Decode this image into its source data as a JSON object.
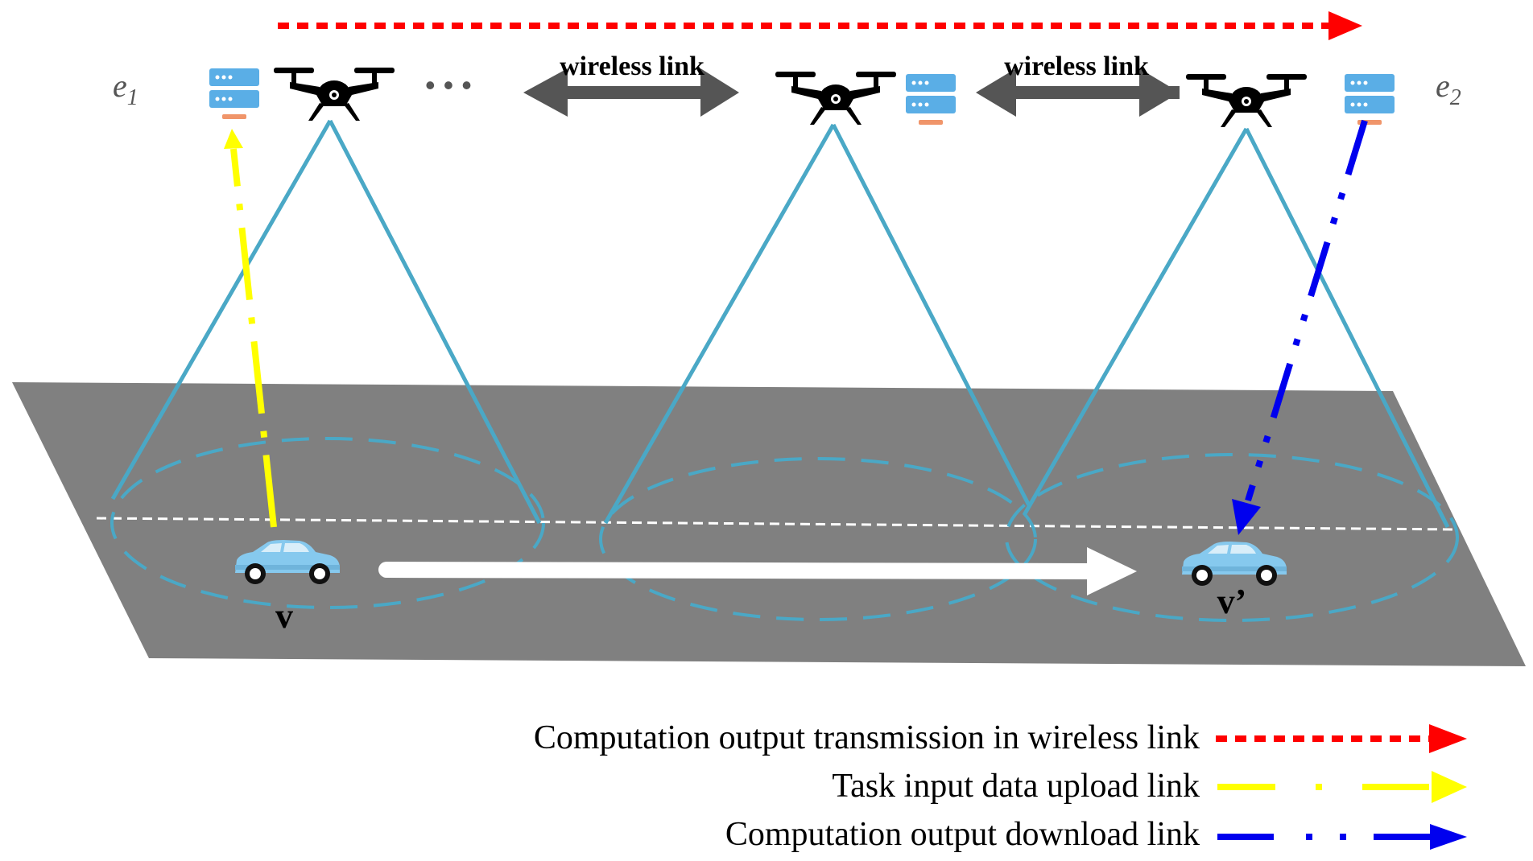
{
  "nodes": {
    "e1": "e",
    "e1_sub": "1",
    "e2": "e",
    "e2_sub": "2",
    "ellipsis": "• • •"
  },
  "links": {
    "wireless_1": "wireless link",
    "wireless_2": "wireless link"
  },
  "vehicles": {
    "start": "v",
    "end": "v’"
  },
  "legend": {
    "items": [
      {
        "label": "Computation output transmission in wireless link",
        "style": "red-dotted-arrow"
      },
      {
        "label": "Task input data upload link",
        "style": "yellow-dash-dot-arrow"
      },
      {
        "label": "Computation output download link",
        "style": "blue-dash-dot-dot-arrow"
      }
    ]
  },
  "colors": {
    "road": "#808080",
    "coverage": "#4aa8c6",
    "upload": "#ffff00",
    "download": "#0000ee",
    "relay": "#ff0000",
    "wireless": "#555555",
    "server": "#5aaee6",
    "server_base": "#f0956a",
    "car": "#86c9ee"
  }
}
